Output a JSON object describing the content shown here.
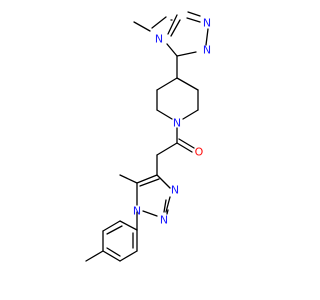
{
  "molecule": {
    "atom_labels": {
      "n_methyl": "N",
      "n_triazole_a": "N",
      "n_triazole_b": "N",
      "n_piperidine": "N",
      "o_carbonyl": "O",
      "n_triazole_c": "N",
      "n_triazole_d": "N",
      "n_triazole_e": "N"
    }
  },
  "colors": {
    "nitrogen": "#1a1aff",
    "oxygen": "#ff0d0d",
    "bond": "#000000"
  }
}
